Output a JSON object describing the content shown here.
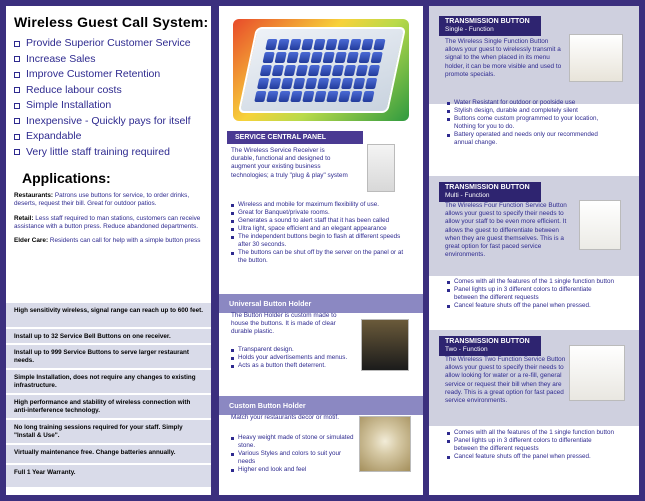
{
  "panel1": {
    "title": "Wireless Guest Call System:",
    "bullets": [
      "Provide Superior Customer Service",
      "Increase Sales",
      "Improve Customer Retention",
      "Reduce labour costs",
      "Simple Installation",
      "Inexpensive - Quickly pays for itself",
      "Expandable",
      "Very little staff training required"
    ],
    "applications_title": "Applications:",
    "restaurants_label": "Restaurants:",
    "restaurants_text": " Patrons use buttons for service, to order drinks, deserts, request their bill. Great for outdoor patios.",
    "retail_label": "Retail:",
    "retail_text": " Less staff required to man stations, customers can receive assistance with a button press. Reduce abandoned departments.",
    "eldercare_label": "Elder Care:",
    "eldercare_text": " Residents can call for help with a simple button press",
    "features": [
      "High sensitivity wireless, signal range can reach up to 600 feet.",
      "Install up to 32 Service Bell Buttons on one receiver.",
      "Install up to 999 Service Buttons to serve larger restaurant needs.",
      "Simple Installation, does not require any changes to existing infrastructure.",
      "High performance and stability of wireless connection with anti-interference technology.",
      "No long training sessions required for your staff. Simply \"Install & Use\".",
      "Virtually maintenance free. Change batteries annually.",
      "Full 1 Year Warranty."
    ]
  },
  "panel2": {
    "central_title": "SERVICE CENTRAL PANEL",
    "central_intro": "The Wireless Service Receiver is durable, functional and designed to augment your existing business technologies; a truly \"plug & play\" system",
    "central_bullets": [
      "Wireless and mobile for maximum flexibility of use.",
      "Great for Banquet/private rooms.",
      "Generates a sound to alert staff that it has been called",
      "Ultra light, space efficient and an elegant appearance",
      "The independent buttons begin to flash at different speeds after 30 seconds.",
      "The buttons can be shut off by the server on the panel or at the button."
    ],
    "holder_title": "Universal Button Holder",
    "holder_intro": "The Button Holder is custom made to house the buttons. It is made of clear durable plastic.",
    "holder_bullets": [
      "Transparent design.",
      "Holds your advertisements and menus.",
      "Acts as a button theft deterrent."
    ],
    "custom_title": "Custom Button Holder",
    "custom_intro": "Match your restaurants decor or motif.",
    "custom_bullets": [
      "Heavy weight made of stone or simulated stone.",
      "Various Styles and colors to suit your needs",
      "Higher end look and feel"
    ]
  },
  "panel3": {
    "single_title": "TRANSMISSION BUTTON",
    "single_sub": "Single - Function",
    "single_text": "The Wireless Single Function Button allows your guest to wirelessly transmit a signal to the when placed in its menu holder, it can be more visible and used to promote specials.",
    "single_bullets": [
      "Water Resistant for outdoor or poolside use",
      "Stylish design, durable and completely silent",
      "Buttons come custom programmed to your location, Nothing for you to do.",
      "Battery operated and needs only our recommended annual change."
    ],
    "multi_title": "TRANSMISSION BUTTON",
    "multi_sub": "Multi - Function",
    "multi_text": "The Wireless Four Function Service Button allows your guest to specify their needs to allow your staff to be even more efficient. It allows the guest to differentiate between when they are guest themselves. This is a great option for fast paced service environments.",
    "multi_bullets": [
      "Comes with all the features of the 1 single function button",
      "Panel lights up in 3 different colors to differentiate between the different requests",
      "Cancel feature shuts off the panel when pressed."
    ],
    "two_title": "TRANSMISSION BUTTON",
    "two_sub": "Two - Function",
    "two_text": "The Wireless Two Function Service Button allows your guest to specify their needs to allow looking for water or a re-fill, general service or request their bill when they are ready. This is a great option for fast paced service environments.",
    "two_bullets": [
      "Comes with all the features of the 1 single function button",
      "Panel lights up in 3 different colors to differentiate between the different requests",
      "Cancel feature shuts off the panel when pressed."
    ]
  }
}
